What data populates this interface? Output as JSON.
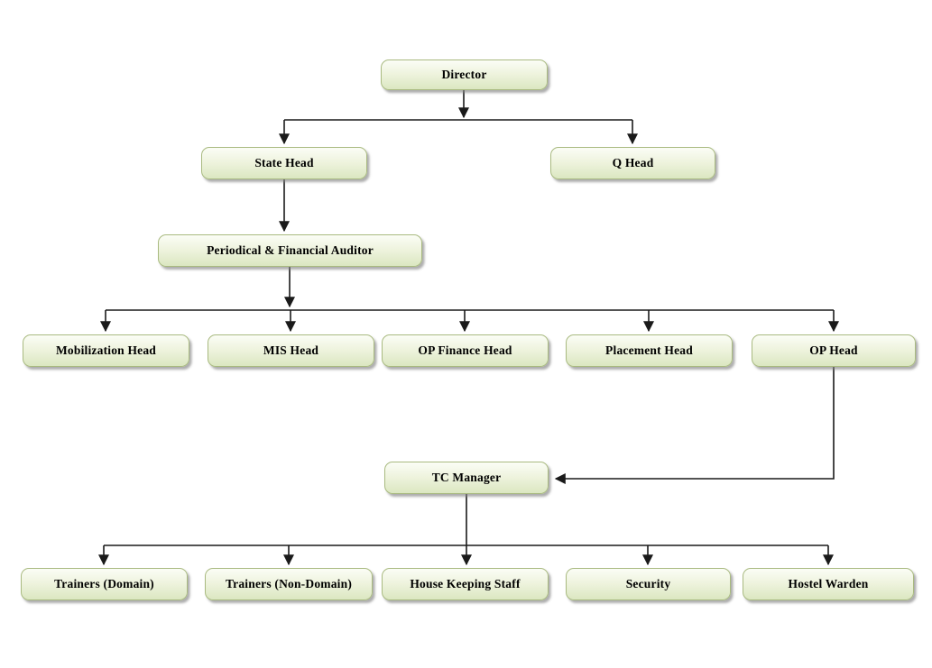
{
  "diagram": {
    "type": "org-chart",
    "background": "#ffffff"
  },
  "colors": {
    "node_border": "#a9ba80",
    "node_fill_top": "#fbfdf6",
    "node_fill_mid": "#eef3dd",
    "node_fill_bottom": "#dbe7c1",
    "connector": "#1a1a1a",
    "text": "#000000"
  },
  "nodes": [
    {
      "id": "director",
      "label": "Director"
    },
    {
      "id": "state-head",
      "label": "State Head"
    },
    {
      "id": "q-head",
      "label": "Q Head"
    },
    {
      "id": "periodical-financial-auditor",
      "label": "Periodical & Financial Auditor"
    },
    {
      "id": "mobilization-head",
      "label": "Mobilization Head"
    },
    {
      "id": "mis-head",
      "label": "MIS Head"
    },
    {
      "id": "op-finance-head",
      "label": "OP Finance Head"
    },
    {
      "id": "placement-head",
      "label": "Placement Head"
    },
    {
      "id": "op-head",
      "label": "OP Head"
    },
    {
      "id": "tc-manager",
      "label": "TC Manager"
    },
    {
      "id": "trainers-domain",
      "label": "Trainers (Domain)"
    },
    {
      "id": "trainers-non-domain",
      "label": "Trainers (Non-Domain)"
    },
    {
      "id": "house-keeping-staff",
      "label": "House Keeping Staff"
    },
    {
      "id": "security",
      "label": "Security"
    },
    {
      "id": "hostel-warden",
      "label": "Hostel Warden"
    }
  ],
  "edges": [
    {
      "from": "Director",
      "to": "State Head"
    },
    {
      "from": "Director",
      "to": "Q Head"
    },
    {
      "from": "State Head",
      "to": "Periodical & Financial Auditor"
    },
    {
      "from": "Periodical & Financial Auditor",
      "to": "Mobilization Head"
    },
    {
      "from": "Periodical & Financial Auditor",
      "to": "MIS Head"
    },
    {
      "from": "Periodical & Financial Auditor",
      "to": "OP Finance Head"
    },
    {
      "from": "Periodical & Financial Auditor",
      "to": "Placement Head"
    },
    {
      "from": "Periodical & Financial Auditor",
      "to": "OP Head"
    },
    {
      "from": "OP Head",
      "to": "TC Manager"
    },
    {
      "from": "TC Manager",
      "to": "Trainers (Domain)"
    },
    {
      "from": "TC Manager",
      "to": "Trainers (Non-Domain)"
    },
    {
      "from": "TC Manager",
      "to": "House Keeping Staff"
    },
    {
      "from": "TC Manager",
      "to": "Security"
    },
    {
      "from": "TC Manager",
      "to": "Hostel Warden"
    }
  ]
}
